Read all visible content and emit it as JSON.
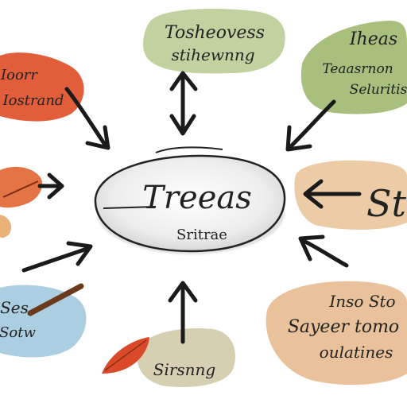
{
  "center": {
    "title": "Treeas",
    "subtitle": "Sritrae"
  },
  "bubbles": {
    "top_center": {
      "lines": [
        "Tosheovess",
        "stihewnng"
      ],
      "color": "#b7c98f"
    },
    "top_right": {
      "lines": [
        "Iheas",
        "Teaasrnon",
        "Seluritis"
      ],
      "color": "#9fb870"
    },
    "top_left": {
      "lines": [
        "Ioorr",
        "Iostrand"
      ],
      "color": "#e0502a"
    },
    "mid_left": {
      "lines": [],
      "color": "#e36b3c"
    },
    "mid_right": {
      "lines": [
        "St"
      ],
      "color": "#e9c79c"
    },
    "bottom_left": {
      "lines": [
        "Ses",
        "Sotw"
      ],
      "color": "#9cc6dc"
    },
    "bottom_right": {
      "lines": [
        "Inso Sto",
        "Sayeer tomo",
        "oulatines"
      ],
      "color": "#e6b98d"
    },
    "bottom_center": {
      "lines": [
        "Sirsnng"
      ],
      "color": "#b7a873"
    }
  },
  "colors": {
    "arrow": "#1a1a1a",
    "center_fill": "#eeeeee",
    "center_stroke": "#222222",
    "leaf": "#d9492a"
  }
}
